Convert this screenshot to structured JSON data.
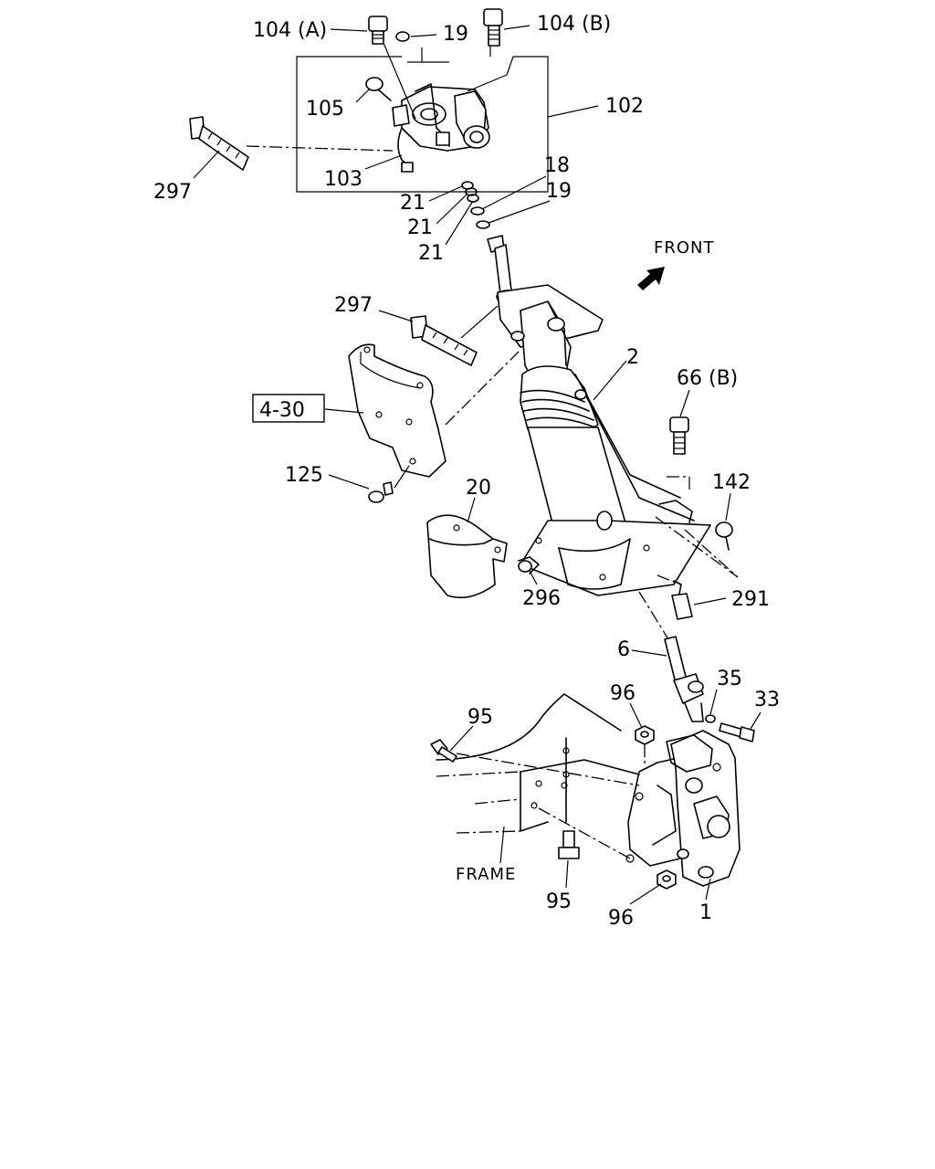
{
  "labels": {
    "l104a": "104 (A)",
    "l104b": "104 (B)",
    "l19a": "19",
    "l105": "105",
    "l102": "102",
    "l297a": "297",
    "l103": "103",
    "l18": "18",
    "l19b": "19",
    "l21a": "21",
    "l21b": "21",
    "l21c": "21",
    "front": "FRONT",
    "l297b": "297",
    "l2": "2",
    "l66b": "66 (B)",
    "l430": "4-30",
    "l125": "125",
    "l20": "20",
    "l142": "142",
    "l296": "296",
    "l291": "291",
    "l6": "6",
    "l35": "35",
    "l96a": "96",
    "l33": "33",
    "l95a": "95",
    "frame": "FRAME",
    "l95b": "95",
    "l96b": "96",
    "l1": "1"
  }
}
